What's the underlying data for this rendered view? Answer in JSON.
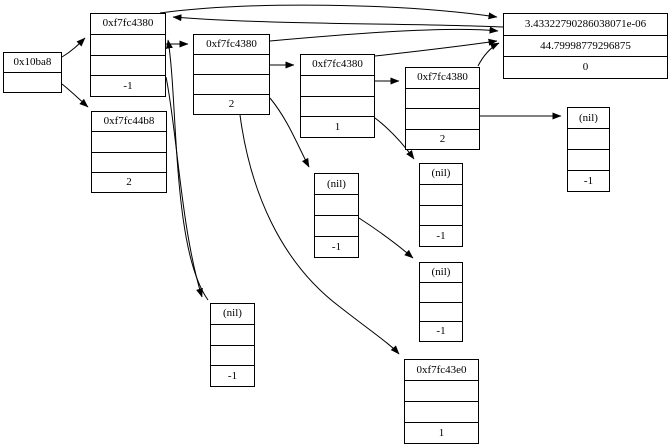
{
  "diagram": {
    "background_color": "#ffffff",
    "node_border_color": "#000000",
    "edge_color": "#000000",
    "nodes": {
      "a": {
        "title": "0x10ba8"
      },
      "b": {
        "title": "0xf7fc4380",
        "value": "-1"
      },
      "c": {
        "title": "0xf7fc44b8",
        "value": "2"
      },
      "d": {
        "title": "0xf7fc4380",
        "value": "2"
      },
      "e": {
        "title": "0xf7fc4380",
        "value": "1"
      },
      "f": {
        "title": "0xf7fc4380",
        "value": "2"
      },
      "g": {
        "row1": "3.43322790286038071e-06",
        "row2": "44.79998779296875",
        "row3": "0"
      },
      "h": {
        "title": "(nil)",
        "value": "-1"
      },
      "i": {
        "title": "(nil)",
        "value": "-1"
      },
      "j": {
        "title": "(nil)",
        "value": "-1"
      },
      "k": {
        "title": "(nil)",
        "value": "-1"
      },
      "l": {
        "title": "(nil)",
        "value": "-1"
      },
      "m": {
        "title": "0xf7fc43e0",
        "value": "1"
      }
    },
    "edges": [
      {
        "from": "0x10ba8",
        "to": "0xf7fc4380-b"
      },
      {
        "from": "0x10ba8",
        "to": "0xf7fc44b8"
      },
      {
        "from": "0xf7fc4380-b",
        "to": "0xf7fc4380-d"
      },
      {
        "from": "0xf7fc4380-d",
        "to": "0xf7fc4380-e"
      },
      {
        "from": "0xf7fc4380-e",
        "to": "0xf7fc4380-f"
      },
      {
        "from": "0xf7fc4380-f",
        "to": "nil-h"
      },
      {
        "from": "0xf7fc4380-b",
        "to": "float-node"
      },
      {
        "from": "0xf7fc4380-d",
        "to": "float-node"
      },
      {
        "from": "0xf7fc4380-e",
        "to": "float-node"
      },
      {
        "from": "0xf7fc4380-f",
        "to": "float-node"
      },
      {
        "from": "float-node",
        "to": "0xf7fc4380-b"
      },
      {
        "from": "nil-l",
        "to": "0xf7fc4380-b"
      },
      {
        "from": "0xf7fc4380-b",
        "to": "nil-l"
      },
      {
        "from": "0xf7fc4380-d",
        "to": "nil-i"
      },
      {
        "from": "0xf7fc4380-d",
        "to": "0xf7fc43e0"
      },
      {
        "from": "0xf7fc4380-e",
        "to": "nil-j"
      },
      {
        "from": "nil-i",
        "to": "nil-k"
      }
    ]
  }
}
